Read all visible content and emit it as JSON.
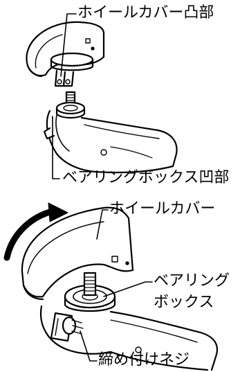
{
  "labels": {
    "wheel_cover_protrusion": "ホイールカバー凸部",
    "bearing_box_recess": "ベアリングボックス凹部",
    "wheel_cover": "ホイールカバー",
    "bearing_box_line1": "ベアリング",
    "bearing_box_line2": "ボックス",
    "clamp_screw": "締め付けネジ"
  }
}
